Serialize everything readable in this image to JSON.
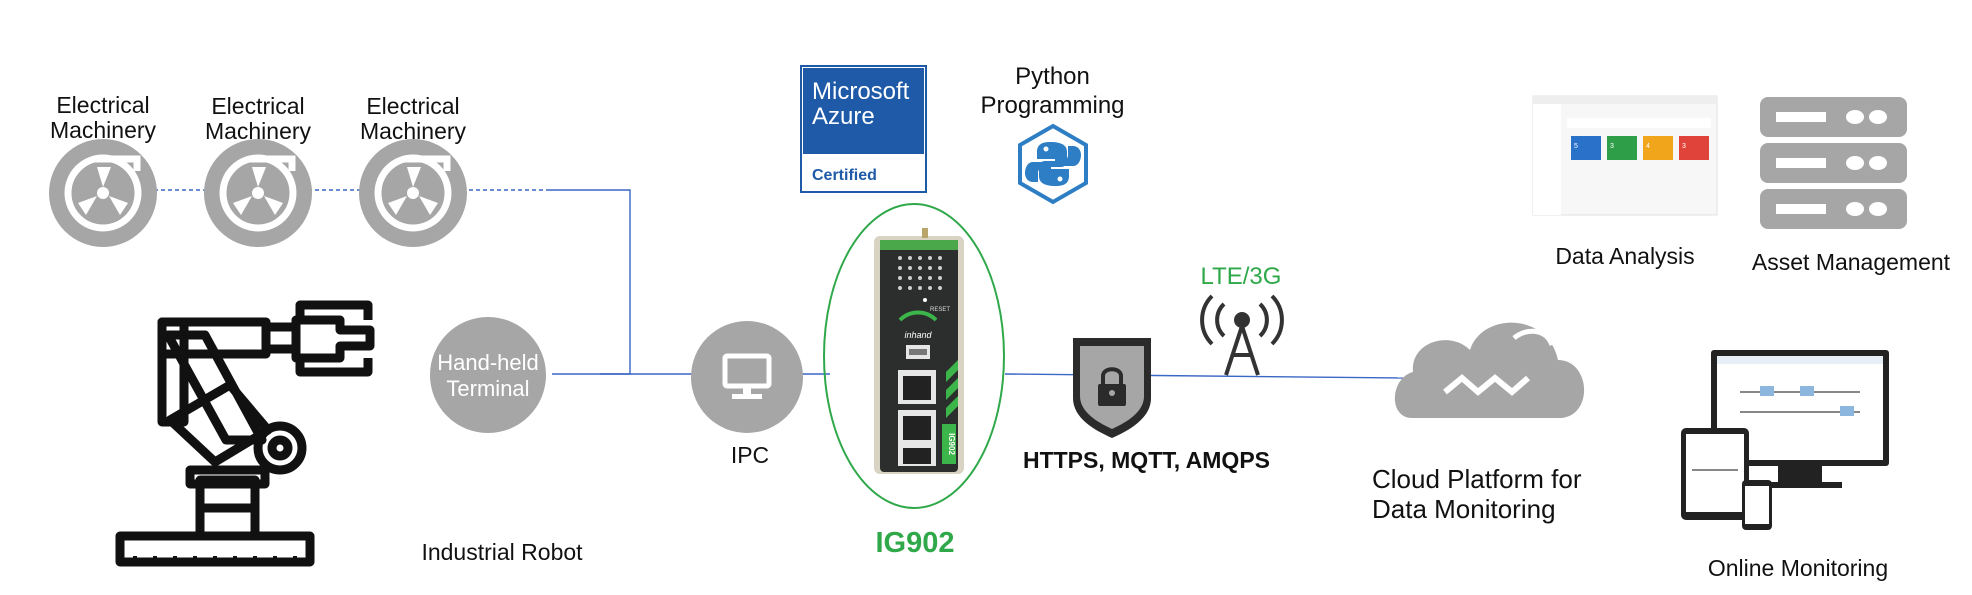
{
  "machines": [
    {
      "label_line1": "Electrical",
      "label_line2": "Machinery"
    },
    {
      "label_line1": "Electrical",
      "label_line2": "Machinery"
    },
    {
      "label_line1": "Electrical",
      "label_line2": "Machinery"
    }
  ],
  "robot": {
    "label": "Industrial Robot"
  },
  "terminal": {
    "label_line1": "Hand-held",
    "label_line2": "Terminal"
  },
  "ipc": {
    "label": "IPC"
  },
  "gateway": {
    "label": "IG902",
    "brand": "inhand",
    "side_text": "IG902",
    "reset_label": "RESET"
  },
  "azure_badge": {
    "line1": "Microsoft",
    "line2": "Azure",
    "certified": "Certified"
  },
  "python": {
    "line1": "Python",
    "line2": "Programming"
  },
  "protocols": {
    "label": "HTTPS, MQTT, AMQPS"
  },
  "cellular": {
    "label": "LTE/3G"
  },
  "cloud": {
    "line1": "Cloud Platform for",
    "line2": "Data Monitoring"
  },
  "data_analysis": {
    "label": "Data Analysis",
    "tiles": [
      "5",
      "3",
      "4",
      "3"
    ]
  },
  "asset_management": {
    "label": "Asset Management"
  },
  "online_monitoring": {
    "label": "Online Monitoring"
  },
  "colors": {
    "icon_gray": "#a6a6a6",
    "line_blue": "#3a66c4",
    "accent_green": "#2fa84a",
    "azure_blue": "#1e5aa8",
    "python_blue": "#2d7ec4",
    "tile_blue": "#2a72c9",
    "tile_green": "#2e9e48",
    "tile_orange": "#f0a51a",
    "tile_red": "#e0433a"
  }
}
